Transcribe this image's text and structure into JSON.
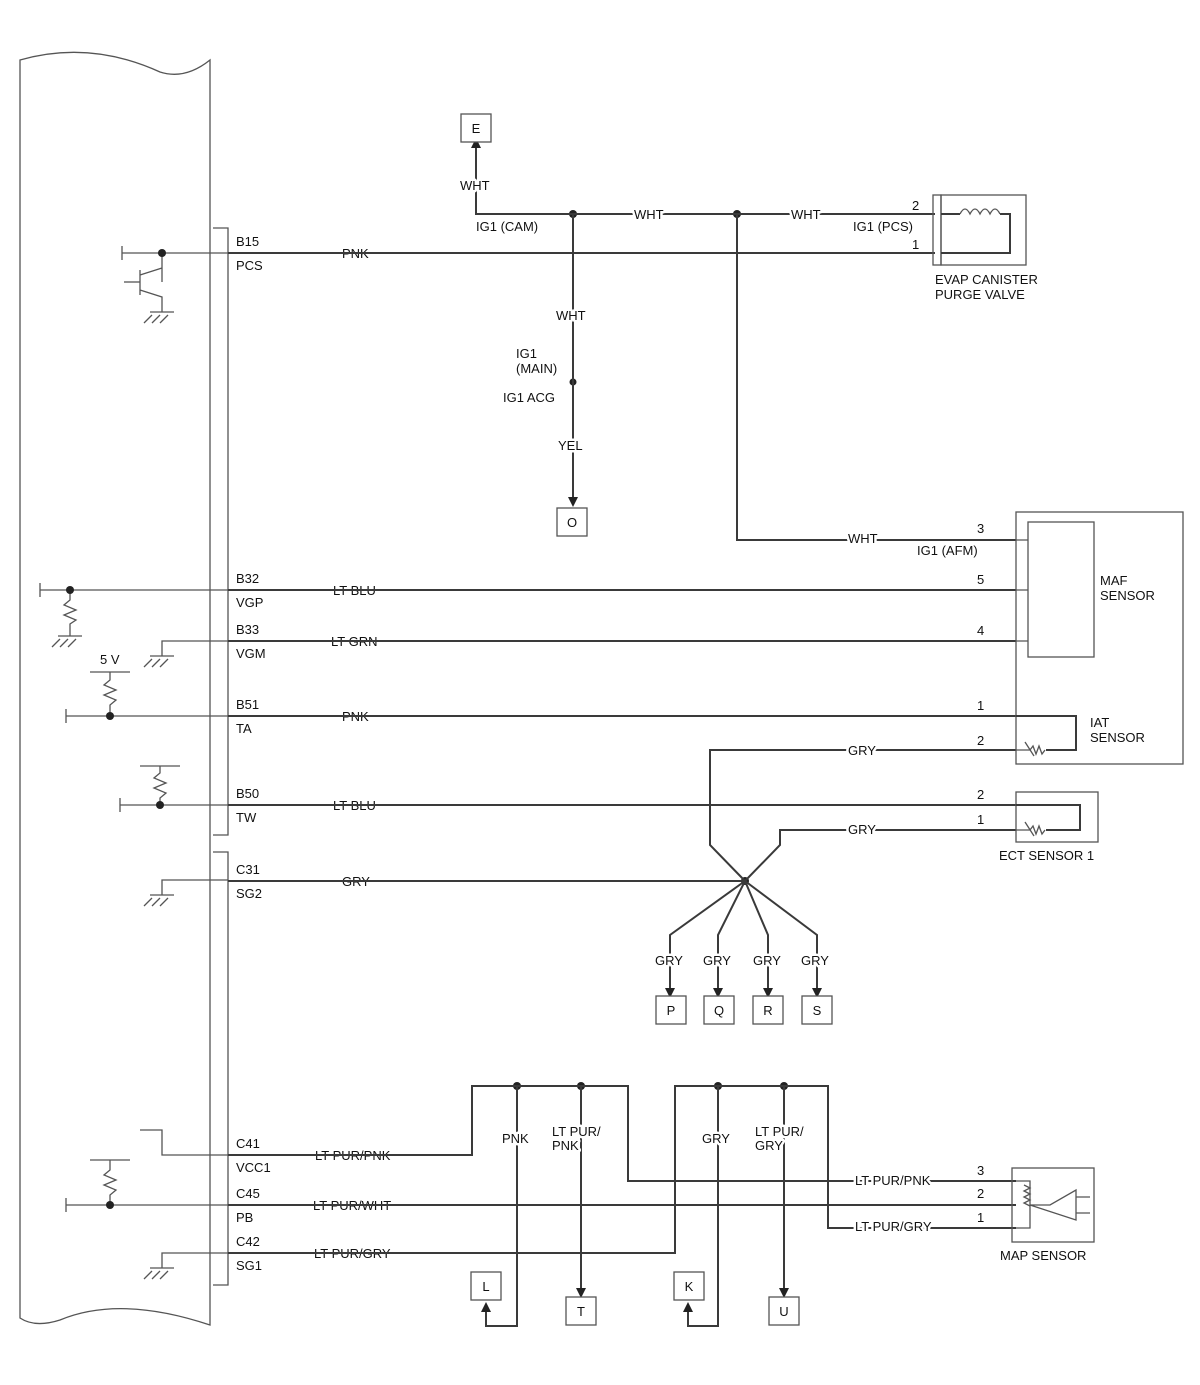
{
  "ecm_pins": [
    {
      "pin": "B15",
      "signal": "PCS",
      "wire": "PNK"
    },
    {
      "pin": "B32",
      "signal": "VGP",
      "wire": "LT BLU"
    },
    {
      "pin": "B33",
      "signal": "VGM",
      "wire": "LT GRN"
    },
    {
      "pin": "B51",
      "signal": "TA",
      "wire": "PNK"
    },
    {
      "pin": "B50",
      "signal": "TW",
      "wire": "LT BLU"
    },
    {
      "pin": "C31",
      "signal": "SG2",
      "wire": "GRY"
    },
    {
      "pin": "C41",
      "signal": "VCC1",
      "wire": "LT PUR/PNK"
    },
    {
      "pin": "C45",
      "signal": "PB",
      "wire": "LT PUR/WHT"
    },
    {
      "pin": "C42",
      "signal": "SG1",
      "wire": "LT PUR/GRY"
    }
  ],
  "ground_label": "5 V",
  "power": {
    "ig1_cam": "IG1 (CAM)",
    "ig1_main": "IG1\n(MAIN)",
    "ig1_acg": "IG1 ACG",
    "wht": "WHT",
    "yel": "YEL",
    "ig1_pcs": "IG1 (PCS)",
    "ig1_afm": "IG1 (AFM)"
  },
  "components": {
    "evap": "EVAP CANISTER\nPURGE VALVE",
    "maf": "MAF\nSENSOR",
    "iat": "IAT\nSENSOR",
    "ect": "ECT SENSOR 1",
    "map": "MAP SENSOR"
  },
  "connector_pins": {
    "evap": [
      "2",
      "1"
    ],
    "maf": [
      "3",
      "5",
      "4",
      "1",
      "2"
    ],
    "ect": [
      "2",
      "1"
    ],
    "map": [
      "3",
      "2",
      "1"
    ]
  },
  "wires": {
    "gry": "GRY",
    "pnk": "PNK",
    "lt_pur_pnk": "LT PUR/\nPNK",
    "lt_pur_gry": "LT PUR/\nGRY",
    "lt_pur_pnk_r": "LT PUR/PNK",
    "lt_pur_gry_r": "LT PUR/GRY"
  },
  "jump_labels": [
    "E",
    "O",
    "P",
    "Q",
    "R",
    "S",
    "L",
    "T",
    "K",
    "U"
  ]
}
